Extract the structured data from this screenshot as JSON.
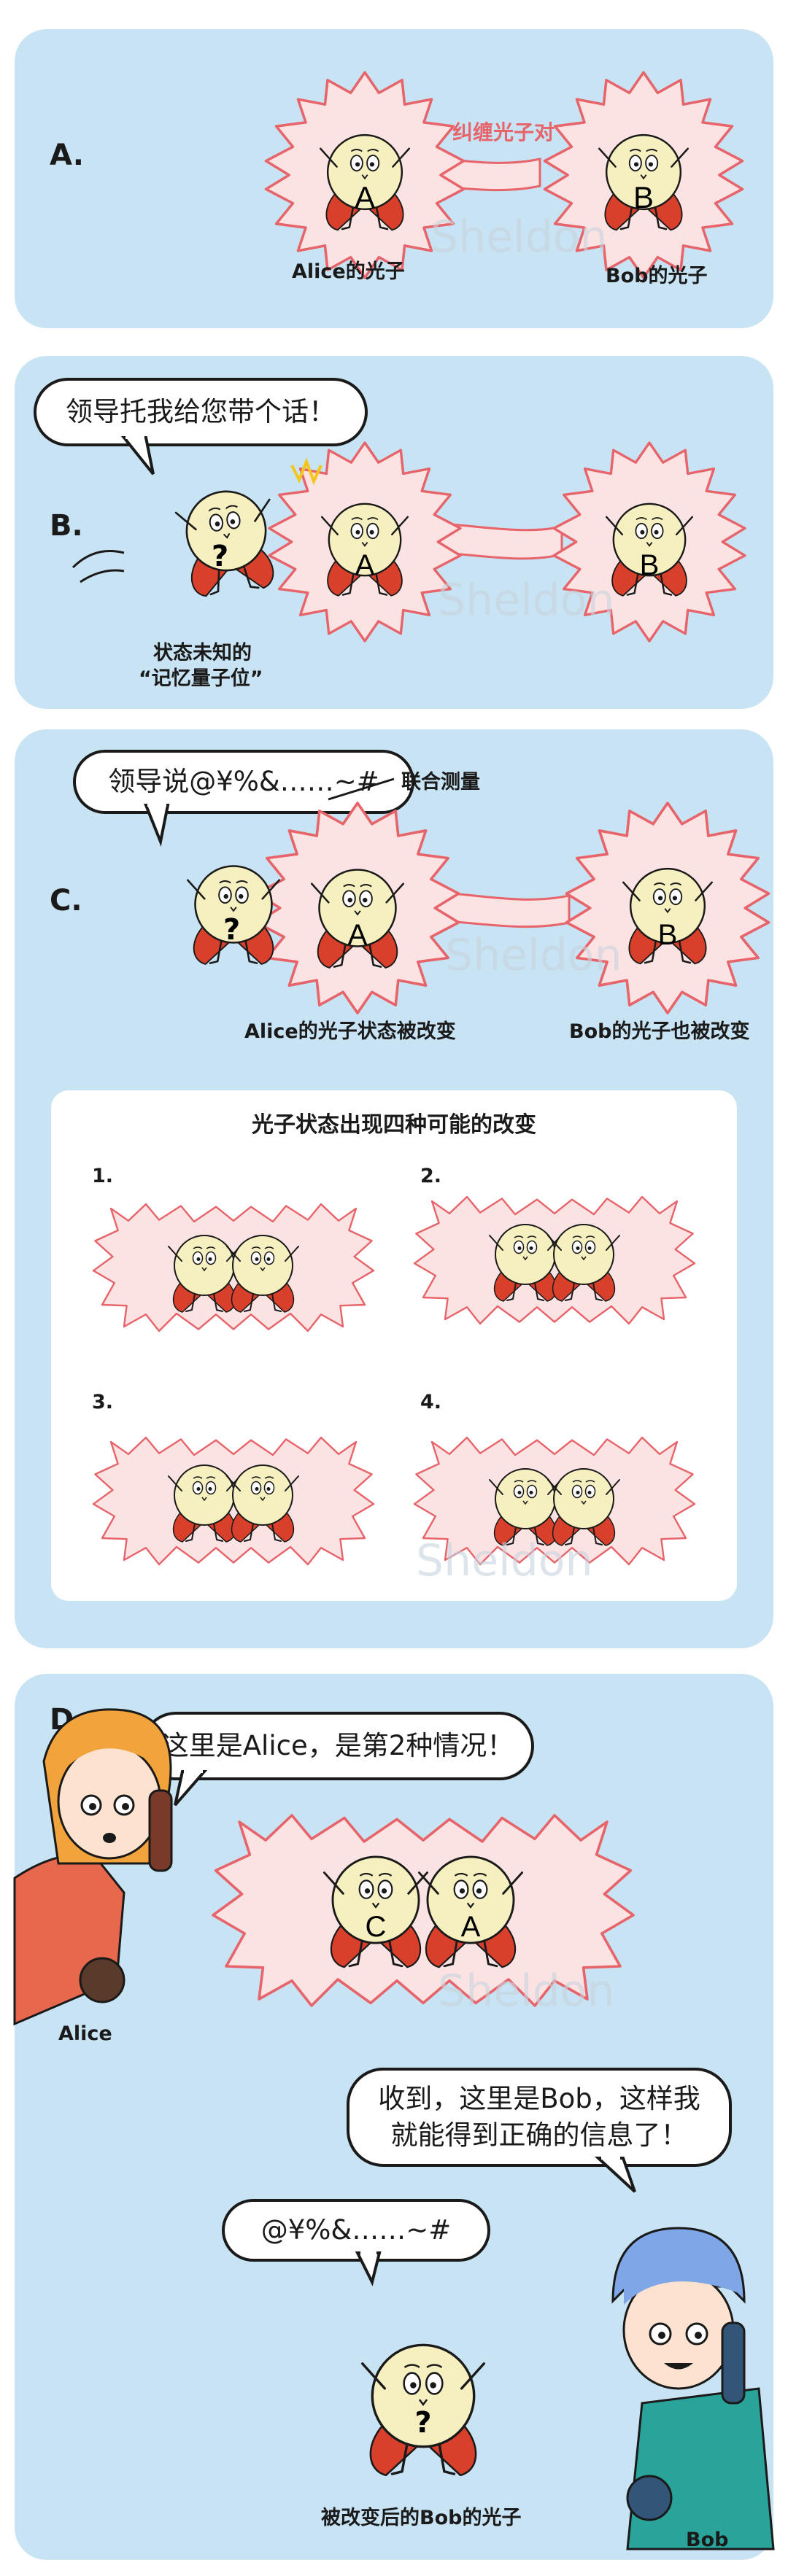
{
  "panels": {
    "a": {
      "label": "A.",
      "link_label": "纠缠光子对",
      "alice_photon": "Alice的光子",
      "bob_photon": "Bob的光子",
      "letter_a": "A",
      "letter_b": "B"
    },
    "b": {
      "label": "B.",
      "bubble": "领导托我给您带个话！",
      "caption_line1": "状态未知的",
      "caption_line2": "“记忆量子位”",
      "letter_a": "A",
      "letter_b": "B"
    },
    "c": {
      "label": "C.",
      "bubble": "领导说@¥%&……~#",
      "measure_label": "联合测量",
      "alice_changed": "Alice的光子状态被改变",
      "bob_changed": "Bob的光子也被改变",
      "sub_title": "光子状态出现四种可能的改变",
      "cases": [
        "1.",
        "2.",
        "3.",
        "4."
      ],
      "letter_a": "A",
      "letter_b": "B"
    },
    "d": {
      "label": "D.",
      "alice_bubble": "这里是Alice，是第2种情况！",
      "alice_name": "Alice",
      "bob_bubble_line1": "收到，这里是Bob，这样我",
      "bob_bubble_line2": "就能得到正确的信息了！",
      "bob_name": "Bob",
      "photon_bubble": "@¥%&……~#",
      "changed_photon": "被改变后的Bob的光子",
      "letter_c": "C",
      "letter_a": "A"
    }
  },
  "watermark": "Sheldon",
  "colors": {
    "panel": "#c8e3f3",
    "photon": "#f6efc0",
    "halo_fill": "#fbe3e3",
    "halo_stroke": "#e6646a",
    "cape": "#d9402b"
  }
}
